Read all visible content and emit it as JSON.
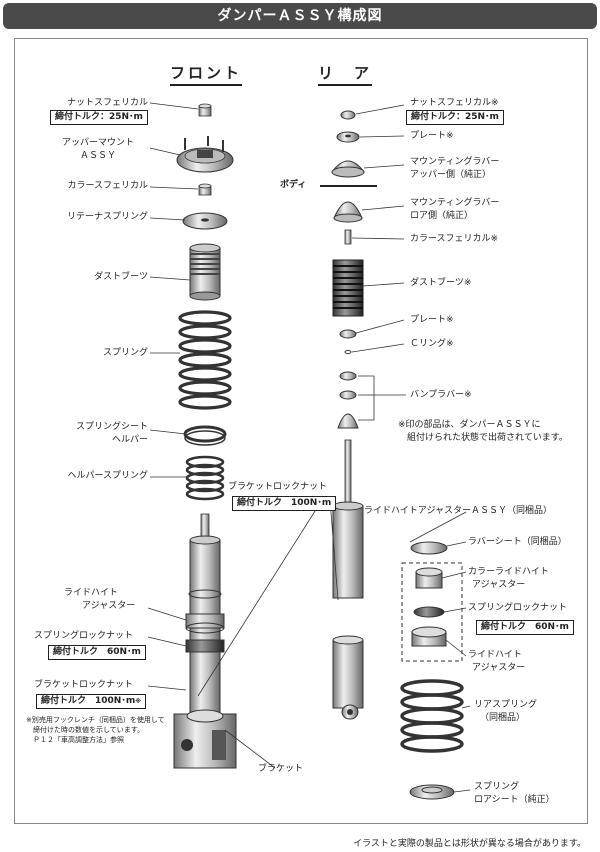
{
  "title": "ダンパーＡＳＳＹ構成図",
  "columns": {
    "front": "フロント",
    "rear": "リ　ア"
  },
  "body_label": "ボディ",
  "front": {
    "nut": "ナットスフェリカル",
    "nut_torque": "締付トルク：25N･m",
    "upper_mount_1": "アッパーマウント",
    "upper_mount_2": "ＡＳＳＹ",
    "collar": "カラースフェリカル",
    "retainer": "リテーナスプリング",
    "dust_boot": "ダストブーツ",
    "spring": "スプリング",
    "seat_helper_1": "スプリングシート",
    "seat_helper_2": "ヘルパー",
    "helper_spring": "ヘルパースプリング",
    "ride_height_1": "ライドハイト",
    "ride_height_2": "アジャスター",
    "lock_nut": "スプリングロックナット",
    "lock_nut_torque": "締付トルク　60N･m",
    "bracket_nut": "ブラケットロックナット",
    "bracket_nut_torque": "締付トルク　100N･m",
    "bracket_nut_mark": "※",
    "note_1": "※別売用フックレンチ（同梱品）を使用して",
    "note_2": "　締付けた時の数値を示しています。",
    "note_3": "　Ｐ１２「車高調整方法」参照",
    "bracket": "ブラケット"
  },
  "rear": {
    "nut": "ナットスフェリカル※",
    "nut_torque": "締付トルク：25N･m",
    "plate_1": "プレート※",
    "mount_upper_1": "マウンティングラバー",
    "mount_upper_2": "アッパー側（純正）",
    "mount_lower_1": "マウンティングラバー",
    "mount_lower_2": "ロア側（純正）",
    "collar": "カラースフェリカル※",
    "dust_boot": "ダストブーツ※",
    "plate_2": "プレート※",
    "c_ring": "Ｃリング※",
    "bump": "バンプラバー※",
    "asterisk_note_1": "※印の部品は、ダンパーＡＳＳＹに",
    "asterisk_note_2": "　組付けられた状態で出荷されています。",
    "bracket_nut": "ブラケットロックナット",
    "bracket_nut_torque": "締付トルク　100N･m",
    "ride_height_assy": "ライドハイトアジャスターＡＳＳＹ（同梱品）",
    "rubber_sheet": "ラバーシート（同梱品）",
    "collar_ride_1": "カラーライドハイト",
    "collar_ride_2": "アジャスター",
    "lock_nut": "スプリングロックナット",
    "lock_nut_torque": "締付トルク　60N･m",
    "ride_height_1": "ライドハイト",
    "ride_height_2": "アジャスター",
    "rear_spring_1": "リアスプリング",
    "rear_spring_2": "（同梱品）",
    "lower_seat_1": "スプリング",
    "lower_seat_2": "ロアシート（純正）"
  },
  "footer": "イラストと実際の製品とは形状が異なる場合があります。"
}
